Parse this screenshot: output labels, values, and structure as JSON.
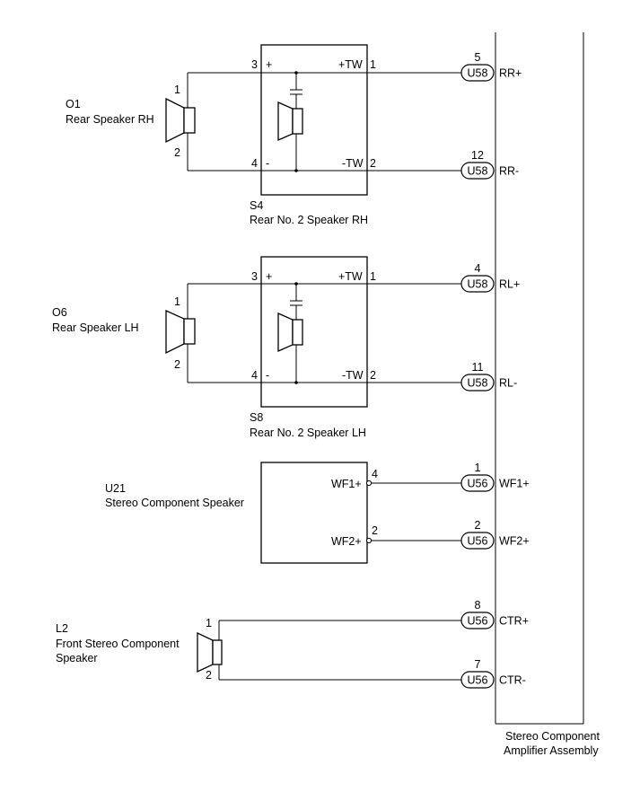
{
  "amplifier": {
    "label_line1": "Stereo Component",
    "label_line2": "Amplifier Assembly"
  },
  "rear_rh_speaker": {
    "code": "O1",
    "name": "Rear Speaker RH",
    "pin_top": "1",
    "pin_bottom": "2"
  },
  "rear_lh_speaker": {
    "code": "O6",
    "name": "Rear Speaker LH",
    "pin_top": "1",
    "pin_bottom": "2"
  },
  "s4": {
    "code": "S4",
    "name": "Rear No. 2 Speaker RH",
    "pin_in_pos": "3",
    "pin_in_neg": "4",
    "plus": "+",
    "minus": "-",
    "tw_pos": "+TW",
    "tw_neg": "-TW",
    "pin_out_pos": "1",
    "pin_out_neg": "2"
  },
  "s8": {
    "code": "S8",
    "name": "Rear No. 2 Speaker LH",
    "pin_in_pos": "3",
    "pin_in_neg": "4",
    "plus": "+",
    "minus": "-",
    "tw_pos": "+TW",
    "tw_neg": "-TW",
    "pin_out_pos": "1",
    "pin_out_neg": "2"
  },
  "u21": {
    "code": "U21",
    "name": "Stereo Component Speaker",
    "term1": "WF1+",
    "term2": "WF2+",
    "pin1": "4",
    "pin2": "2"
  },
  "l2": {
    "code": "L2",
    "name_line1": "Front Stereo Component",
    "name_line2": "Speaker",
    "pin_top": "1",
    "pin_bottom": "2"
  },
  "connectors": [
    {
      "id": "U58",
      "pin": "5",
      "signal": "RR+"
    },
    {
      "id": "U58",
      "pin": "12",
      "signal": "RR-"
    },
    {
      "id": "U58",
      "pin": "4",
      "signal": "RL+"
    },
    {
      "id": "U58",
      "pin": "11",
      "signal": "RL-"
    },
    {
      "id": "U56",
      "pin": "1",
      "signal": "WF1+"
    },
    {
      "id": "U56",
      "pin": "2",
      "signal": "WF2+"
    },
    {
      "id": "U56",
      "pin": "8",
      "signal": "CTR+"
    },
    {
      "id": "U56",
      "pin": "7",
      "signal": "CTR-"
    }
  ]
}
